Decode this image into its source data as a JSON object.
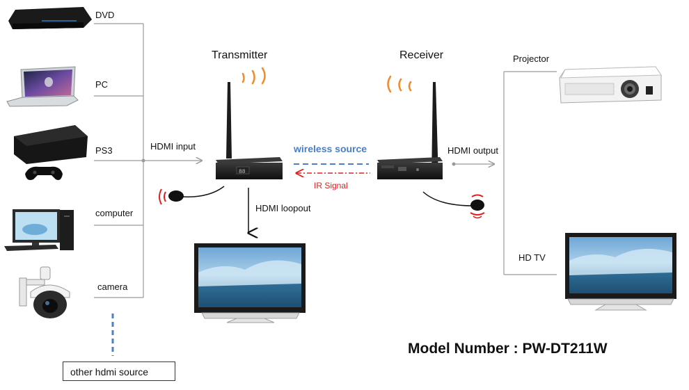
{
  "sources": {
    "dvd": "DVD",
    "pc": "PC",
    "ps3": "PS3",
    "computer": "computer",
    "camera": "camera",
    "other": "other hdmi source"
  },
  "labels": {
    "transmitter": "Transmitter",
    "receiver": "Receiver",
    "hdmi_input": "HDMI input",
    "hdmi_loopout": "HDMI loopout",
    "hdmi_output": "HDMI output",
    "wireless_source": "wireless source",
    "ir_signal": "IR Signal",
    "projector": "Projector",
    "hd_tv": "HD TV",
    "model_number": "Model Number : PW-DT211W"
  },
  "colors": {
    "wireless": "#4a7fc8",
    "ir": "#e02020",
    "wave": "#f08a2a",
    "line": "#9a9a9a"
  },
  "icons": [
    "dvd-player-icon",
    "laptop-icon",
    "ps3-console-icon",
    "desktop-computer-icon",
    "dome-camera-icon",
    "transmitter-device-icon",
    "receiver-device-icon",
    "projector-icon",
    "monitor-icon",
    "tv-icon",
    "ir-sensor-icon",
    "ir-emitter-icon",
    "antenna-icon",
    "wifi-wave-icon"
  ]
}
